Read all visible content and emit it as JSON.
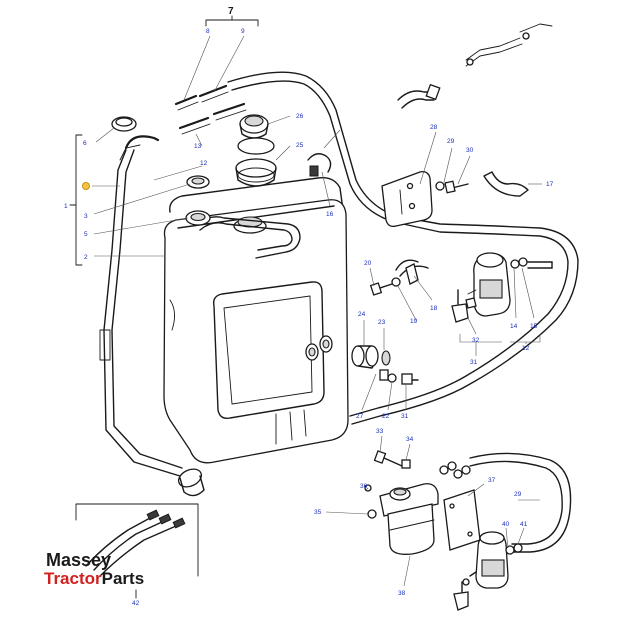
{
  "diagram": {
    "assembly_label": "7",
    "callouts": [
      {
        "id": "c1",
        "text": "1"
      },
      {
        "id": "c2",
        "text": "2"
      },
      {
        "id": "c3",
        "text": "3"
      },
      {
        "id": "c5",
        "text": "5"
      },
      {
        "id": "c6",
        "text": "6"
      },
      {
        "id": "c8",
        "text": "8"
      },
      {
        "id": "c9",
        "text": "9"
      },
      {
        "id": "c12a",
        "text": "12"
      },
      {
        "id": "c12b",
        "text": "12"
      },
      {
        "id": "c13",
        "text": "13"
      },
      {
        "id": "c14",
        "text": "14"
      },
      {
        "id": "c15",
        "text": "15"
      },
      {
        "id": "c16",
        "text": "16"
      },
      {
        "id": "c17",
        "text": "17"
      },
      {
        "id": "c18",
        "text": "18"
      },
      {
        "id": "c19",
        "text": "19"
      },
      {
        "id": "c20",
        "text": "20"
      },
      {
        "id": "c22",
        "text": "22"
      },
      {
        "id": "c23",
        "text": "23"
      },
      {
        "id": "c24",
        "text": "24"
      },
      {
        "id": "c25",
        "text": "25"
      },
      {
        "id": "c26",
        "text": "26"
      },
      {
        "id": "c27",
        "text": "27"
      },
      {
        "id": "c28",
        "text": "28"
      },
      {
        "id": "c29a",
        "text": "29"
      },
      {
        "id": "c29b",
        "text": "29"
      },
      {
        "id": "c30",
        "text": "30"
      },
      {
        "id": "c31a",
        "text": "31"
      },
      {
        "id": "c31b",
        "text": "31"
      },
      {
        "id": "c32",
        "text": "32"
      },
      {
        "id": "c33",
        "text": "33"
      },
      {
        "id": "c34",
        "text": "34"
      },
      {
        "id": "c35",
        "text": "35"
      },
      {
        "id": "c36",
        "text": "36"
      },
      {
        "id": "c37",
        "text": "37"
      },
      {
        "id": "c38",
        "text": "38"
      },
      {
        "id": "c40",
        "text": "40"
      },
      {
        "id": "c41",
        "text": "41"
      },
      {
        "id": "c42",
        "text": "42"
      },
      {
        "id": "c12c",
        "text": "12"
      }
    ]
  },
  "logo": {
    "line1": "Massey",
    "line2_red": "Tractor",
    "line2_black": "Parts"
  },
  "colors": {
    "callout": "#1a2fb8",
    "logo_red": "#d21f1f",
    "highlight": "#f4c542"
  }
}
